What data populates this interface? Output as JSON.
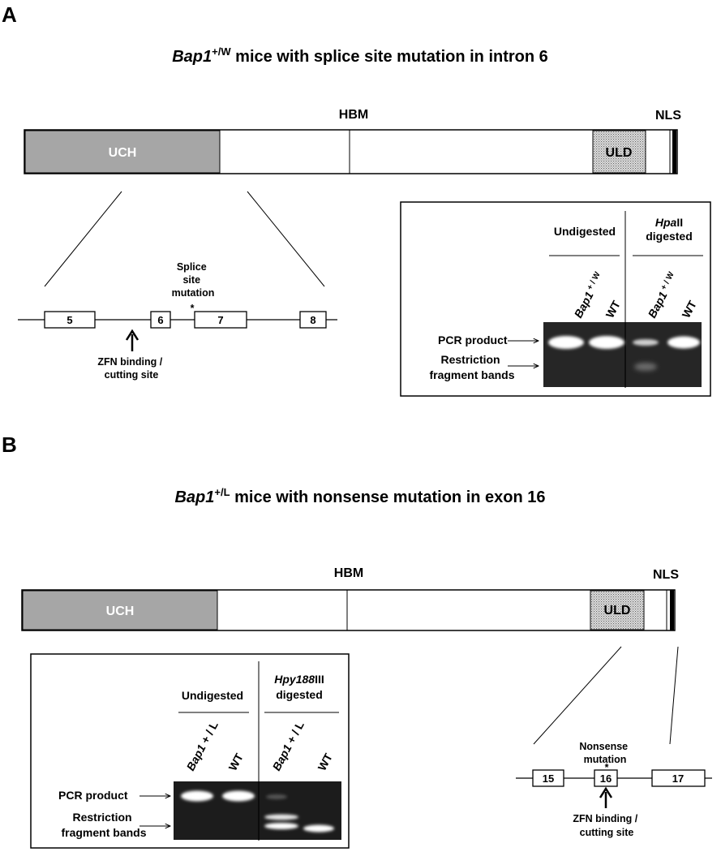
{
  "panelA": {
    "letter": "A",
    "title_gene": "Bap1",
    "title_sup": "+/W",
    "title_rest": " mice with splice site mutation in intron 6",
    "domains": {
      "uch": "UCH",
      "hbm": "HBM",
      "uld": "ULD",
      "nls": "NLS"
    },
    "exons": [
      "5",
      "6",
      "7",
      "8"
    ],
    "mutation": {
      "line1": "Splice",
      "line2": "site",
      "line3": "mutation",
      "star": "*"
    },
    "zfn": {
      "line1": "ZFN binding /",
      "line2": "cutting site"
    },
    "gel": {
      "undigested": "Undigested",
      "enzyme": "Hpa",
      "enzyme_suffix": "II",
      "digested": "digested",
      "lanes": [
        {
          "gene": "Bap1",
          "geno": " + / W"
        },
        {
          "wt": "WT"
        },
        {
          "gene": "Bap1",
          "geno": " + / W"
        },
        {
          "wt": "WT"
        }
      ],
      "pcr_product": "PCR product",
      "restriction_1": "Restriction",
      "restriction_2": "fragment bands"
    }
  },
  "panelB": {
    "letter": "B",
    "title_gene": "Bap1",
    "title_sup": "+/L",
    "title_rest": " mice with nonsense mutation in exon 16",
    "domains": {
      "uch": "UCH",
      "hbm": "HBM",
      "uld": "ULD",
      "nls": "NLS"
    },
    "exons": [
      "15",
      "16",
      "17"
    ],
    "mutation": {
      "line1": "Nonsense",
      "line2": "mutation",
      "star": "*"
    },
    "zfn": {
      "line1": "ZFN binding /",
      "line2": "cutting site"
    },
    "gel": {
      "undigested": "Undigested",
      "enzyme": "Hpy188",
      "enzyme_suffix": "III",
      "digested": "digested",
      "lanes": [
        {
          "gene": "Bap1",
          "geno": " + / L"
        },
        {
          "wt": "WT"
        },
        {
          "gene": "Bap1",
          "geno": " + / L"
        },
        {
          "wt": "WT"
        }
      ],
      "pcr_product": "PCR product",
      "restriction_1": "Restriction",
      "restriction_2": "fragment bands"
    }
  },
  "colors": {
    "uch_fill": "#a6a6a6",
    "gel_bg": "#262626",
    "band": "#ffffff",
    "uld_fill": "#d0d0d0"
  }
}
